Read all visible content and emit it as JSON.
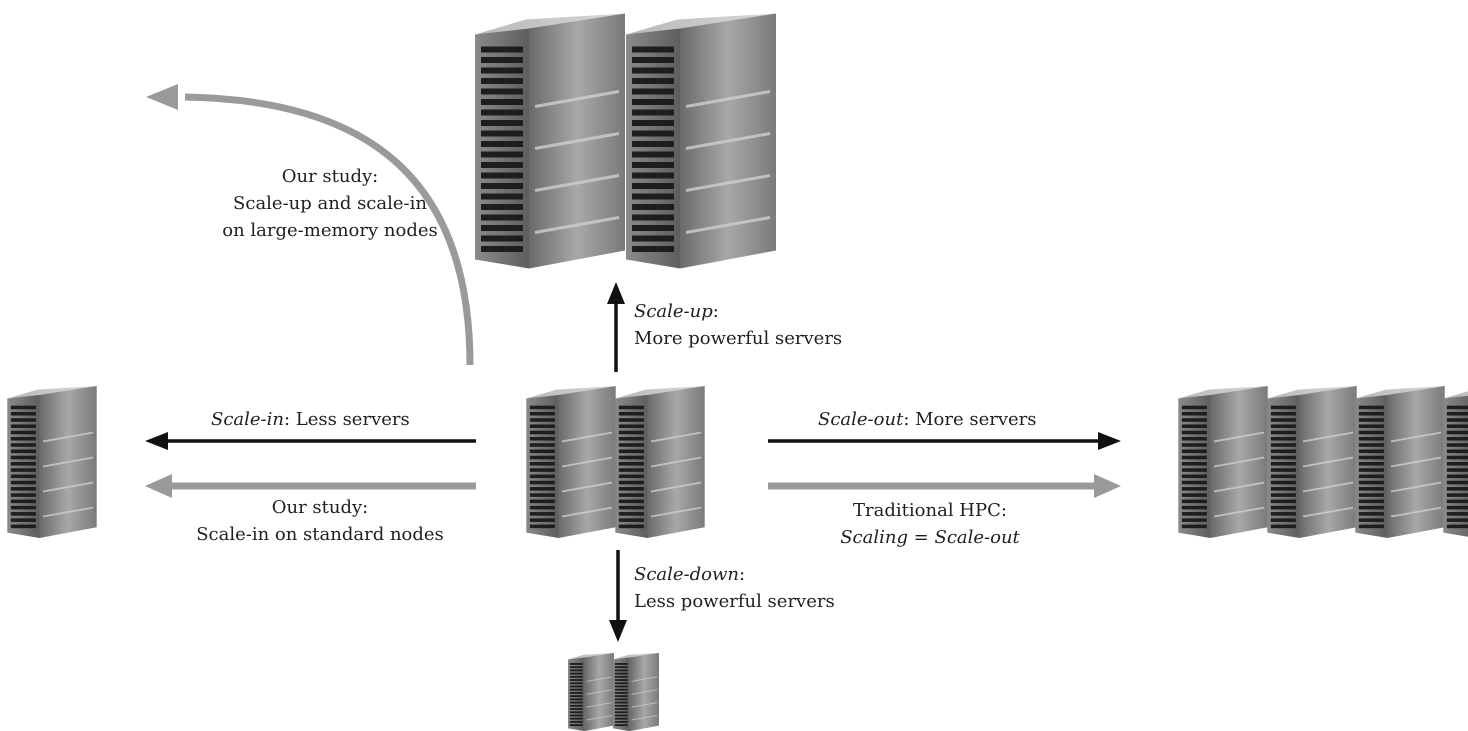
{
  "labels": {
    "study_large": {
      "line1": "Our study:",
      "line2": "Scale-up and scale-in",
      "line3": "on large-memory nodes"
    },
    "scale_up": {
      "term": "Scale-up",
      "suffix": ":",
      "desc": "More powerful servers"
    },
    "scale_in": {
      "term": "Scale-in",
      "suffix": ": Less servers"
    },
    "study_standard": {
      "line1": "Our study:",
      "line2": "Scale-in on standard nodes"
    },
    "scale_out": {
      "term": "Scale-out",
      "suffix": ": More servers"
    },
    "traditional": {
      "line1": "Traditional HPC:",
      "line2": "Scaling = Scale-out"
    },
    "scale_down": {
      "term": "Scale-down",
      "suffix": ":",
      "desc": "Less powerful servers"
    }
  },
  "colors": {
    "black_arrow": "#111111",
    "gray_arrow": "#9a9a9a",
    "server_front": "#6e6e6e",
    "server_side": "#8c8c8c",
    "vents": "#1e1e1e"
  },
  "server_groups": [
    {
      "name": "center-servers",
      "count": 2
    },
    {
      "name": "large-memory-servers",
      "count": 2
    },
    {
      "name": "single-server",
      "count": 1
    },
    {
      "name": "scale-out-servers",
      "count": 4
    },
    {
      "name": "small-servers",
      "count": 2
    }
  ]
}
